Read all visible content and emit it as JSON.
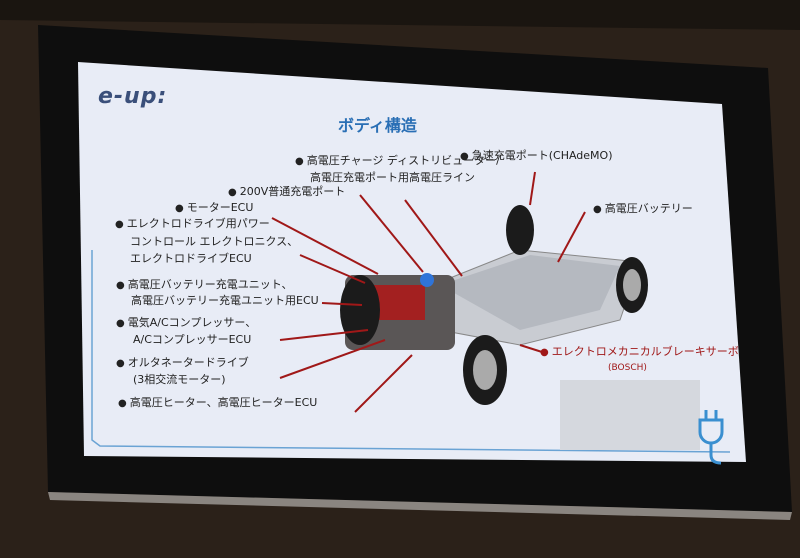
{
  "slide": {
    "logo": "e-up:",
    "title": "ボディ構造",
    "labels": [
      "高電圧チャージ ディストリビューター/",
      "高電圧充電ポート用高電圧ライン",
      "急速充電ポート(CHAdeMO)",
      "200V普通充電ポート",
      "モーターECU",
      "高電圧バッテリー",
      "エレクトロドライブ用パワー",
      "コントロール エレクトロニクス、",
      "エレクトロドライブECU",
      "高電圧バッテリー充電ユニット、",
      "高電圧バッテリー充電ユニット用ECU",
      "電気A/Cコンプレッサー、",
      "A/CコンプレッサーECU",
      "オルタネータードライブ",
      "(3相交流モーター)",
      "高電圧ヒーター、高電圧ヒーターECU"
    ],
    "highlight": {
      "label": "エレクトロメカニカルブレーキサーボ",
      "sub": "(BOSCH)"
    },
    "colors": {
      "title": "#2a6fb5",
      "arrow": "#a01818",
      "slide_bg": "#e8ecf6",
      "bezel": "#0d0d0d"
    },
    "icons": [
      "plug-icon"
    ]
  }
}
